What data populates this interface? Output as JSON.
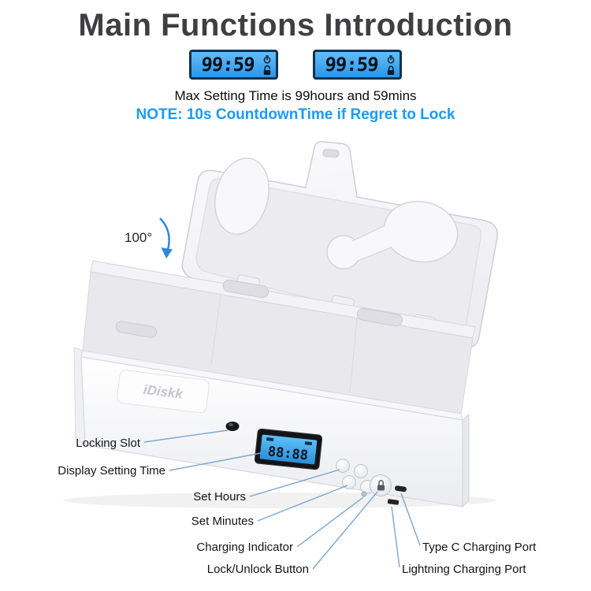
{
  "title": "Main Functions Introduction",
  "lcd_displays": [
    {
      "time": "99:59",
      "state": "unlocked"
    },
    {
      "time": "99:59",
      "state": "locked"
    }
  ],
  "subtitle": "Max Setting Time is 99hours and 59mins",
  "note": "NOTE: 10s CountdownTime if Regret to Lock",
  "device": {
    "brand": "iDiskk",
    "angle_label": "100°",
    "screen_time": "88:88"
  },
  "callouts": [
    {
      "label": "Locking Slot"
    },
    {
      "label": "Display Setting Time"
    },
    {
      "label": "Set Hours"
    },
    {
      "label": "Set Minutes"
    },
    {
      "label": "Charging Indicator"
    },
    {
      "label": "Lock/Unlock Button"
    },
    {
      "label": "Type C Charging Port"
    },
    {
      "label": "Lightning Charging Port"
    }
  ],
  "icons": {
    "lcd_left": "timer-icon",
    "lcd_display_1": "open-padlock-icon",
    "lcd_display_2": "closed-padlock-icon",
    "arrow": "rotation-arrow-icon"
  },
  "colors": {
    "title-gray": "#3f3f41",
    "note-blue": "#1b9af7",
    "lcd-frame": "#12314e",
    "lcd-blue": "#3fa6ef",
    "arrow-blue": "#2e86de",
    "leader-line": "#7aa7d4"
  }
}
